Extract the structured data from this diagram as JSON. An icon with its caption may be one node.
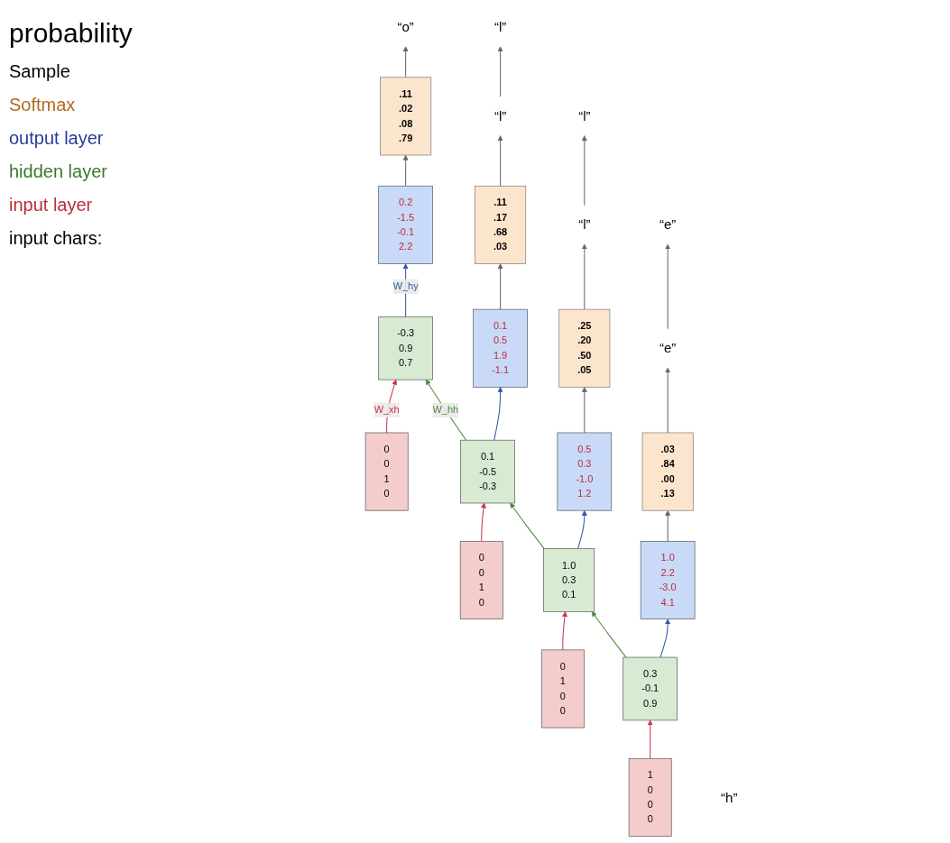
{
  "diagram": {
    "nodes": [
      {
        "text": [
          "“e”"
        ]
      },
      {
        "text": [
          "“l”"
        ]
      },
      {
        "text": [
          "“l”"
        ]
      },
      {
        "text": [
          "“o”"
        ]
      },
      {
        "text": [
          ".03 .84 .00 .13"
        ]
      },
      {
        "text": [
          ".25 .20 .50 .05"
        ]
      },
      {
        "text": [
          ".11 .17 .68 .03"
        ]
      },
      {
        "text": [
          ".11 .02 .08 .79"
        ]
      },
      {
        "text": [
          "1.0 2.2 -3.0 4.1"
        ]
      },
      {
        "text": [
          "0.5 0.3 -1.0 1.2"
        ]
      },
      {
        "text": [
          "0.1 0.5 1.9 -1.1"
        ]
      },
      {
        "text": [
          "0.2 -1.5 -0.1 2.2"
        ]
      },
      {
        "text": [
          "0.3 -0.1 0.9"
        ]
      },
      {
        "text": [
          "1.0 0.3 0.1"
        ]
      },
      {
        "text": [
          "0.1 -0.5 -0.3"
        ]
      },
      {
        "text": [
          "-0.3 0.9 0.7"
        ]
      },
      {
        "text": [
          "1 0 0 0"
        ]
      },
      {
        "text": [
          "0 1 0 0"
        ]
      },
      {
        "text": [
          "0 0 1 0"
        ]
      },
      {
        "text": [
          "0 0 1 0"
        ]
      },
      {
        "text": [
          "“h”"
        ]
      },
      {
        "text": [
          "“e”"
        ]
      },
      {
        "text": [
          "“l”"
        ]
      },
      {
        "text": [
          "“l”"
        ]
      }
    ],
    "edges": [
      {
        "from": 16,
        "to": 12,
        "arrow": "to",
        "color": "#cc3344"
      },
      {
        "from": 17,
        "to": 13,
        "arrow": "to",
        "color": "#cc3344"
      },
      {
        "from": 18,
        "to": 14,
        "arrow": "to",
        "color": "#cc3344"
      },
      {
        "from": 19,
        "to": 15,
        "arrow": "to",
        "color": "#cc3344",
        "label": "W_xh"
      },
      {
        "from": 12,
        "to": 13,
        "arrow": "to",
        "color": "#4a8a3a"
      },
      {
        "from": 13,
        "to": 14,
        "arrow": "to",
        "color": "#4a8a3a"
      },
      {
        "from": 14,
        "to": 15,
        "arrow": "to",
        "color": "#4a8a3a",
        "label": "W_hh"
      },
      {
        "from": 12,
        "to": 8,
        "arrow": "to",
        "color": "#3355aa"
      },
      {
        "from": 13,
        "to": 9,
        "arrow": "to",
        "color": "#3355aa"
      },
      {
        "from": 14,
        "to": 10,
        "arrow": "to",
        "color": "#3355aa"
      },
      {
        "from": 15,
        "to": 11,
        "arrow": "to",
        "color": "#3355aa",
        "label": "W_hy"
      },
      {
        "from": 8,
        "to": 4,
        "arrow": "to"
      },
      {
        "from": 9,
        "to": 5,
        "arrow": "to"
      },
      {
        "from": 10,
        "to": 6,
        "arrow": "to"
      },
      {
        "from": 11,
        "to": 7,
        "arrow": "to"
      },
      {
        "from": 4,
        "to": 0,
        "arrow": "to"
      },
      {
        "from": 5,
        "to": 1,
        "arrow": "to"
      },
      {
        "from": 6,
        "to": 2,
        "arrow": "to"
      },
      {
        "from": 7,
        "to": 3,
        "arrow": "to"
      },
      {
        "from": 0,
        "to": 21,
        "arrow": "to"
      },
      {
        "from": 1,
        "to": 22,
        "arrow": "to"
      },
      {
        "from": 2,
        "to": 23,
        "arrow": "to"
      }
    ],
    "labels": [
      "probability",
      "Sample",
      "Softmax",
      "output layer",
      "hidden layer",
      "input layer",
      "input chars:"
    ]
  }
}
